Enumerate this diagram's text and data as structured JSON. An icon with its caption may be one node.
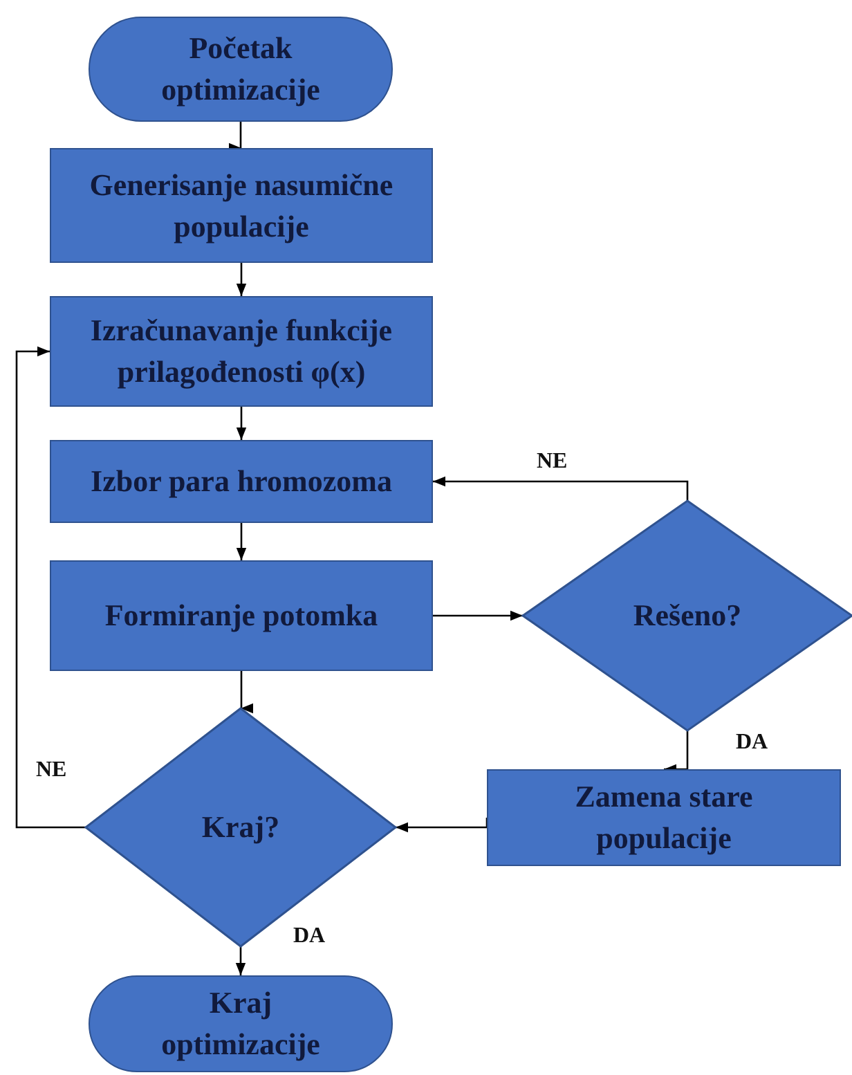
{
  "diagram": {
    "nodes": [
      {
        "text": [
          "Početak optimizacije"
        ]
      },
      {
        "text": [
          "Generisanje nasumične populacije"
        ]
      },
      {
        "text": [
          "Izračunavanje funkcije prilagođenosti φ(x)"
        ]
      },
      {
        "text": [
          "Izbor para hromozoma"
        ]
      },
      {
        "text": [
          "Formiranje potomka"
        ]
      },
      {
        "text": [
          "Rešeno?"
        ]
      },
      {
        "text": [
          "Kraj?"
        ]
      },
      {
        "text": [
          "Zamena stare populacije"
        ]
      },
      {
        "text": [
          "Kraj optimizacije"
        ]
      }
    ],
    "edges": [
      {
        "from": 0,
        "to": 1,
        "arrow": "to"
      },
      {
        "from": 1,
        "to": 2,
        "arrow": "to"
      },
      {
        "from": 2,
        "to": 3,
        "arrow": "to"
      },
      {
        "from": 3,
        "to": 4,
        "arrow": "to"
      },
      {
        "from": 4,
        "to": 5,
        "arrow": "to"
      },
      {
        "from": 5,
        "to": 3,
        "arrow": "to",
        "label": "NE"
      },
      {
        "from": 5,
        "to": 7,
        "arrow": "to",
        "label": "DA"
      },
      {
        "from": 7,
        "to": 6,
        "arrow": "to"
      },
      {
        "from": 6,
        "to": 8,
        "arrow": "to",
        "label": "DA"
      },
      {
        "from": 6,
        "to": 2,
        "arrow": "to",
        "label": "NE"
      },
      {
        "from": 4,
        "to": 6,
        "arrow": "to"
      }
    ]
  }
}
